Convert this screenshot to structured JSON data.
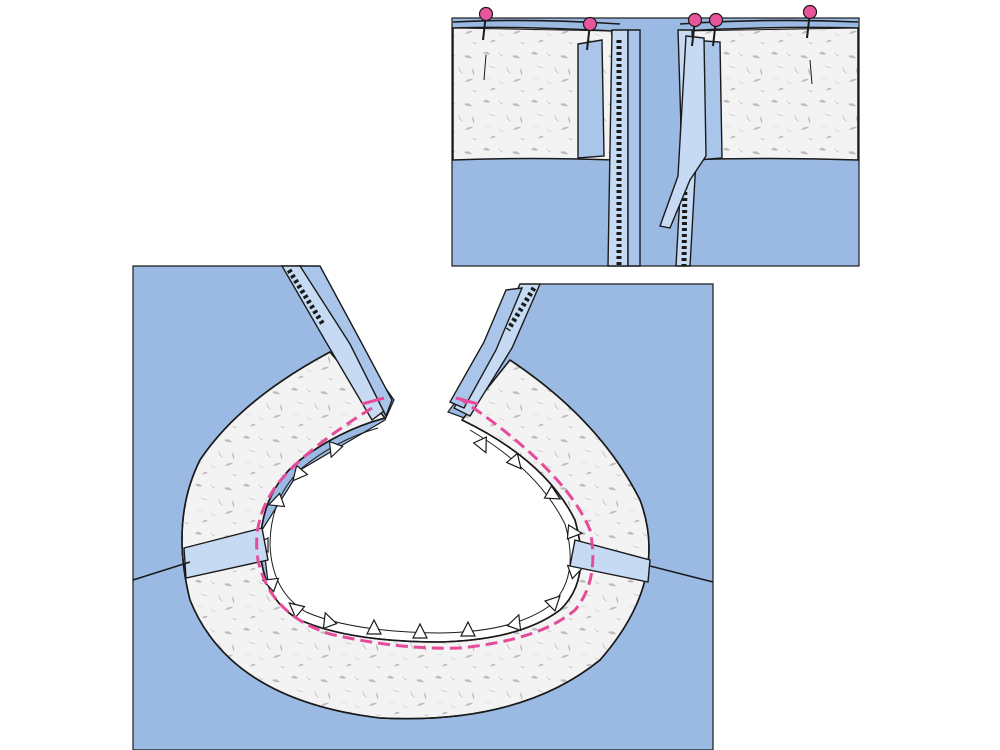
{
  "diagram": {
    "kind": "sewing-illustration",
    "panels": [
      {
        "name": "zipper-facing-detail",
        "pin_count": 5
      },
      {
        "name": "neckline-facing-stitched"
      }
    ],
    "colors": {
      "fabric_blue": "#9bbae3",
      "facing_blue_light": "#c6dbf3",
      "facing_blue_mid": "#a9c6ea",
      "interfacing_base": "#f3f3f3",
      "interfacing_speckle": "#bdbdbd",
      "pin_head": "#e8559a",
      "stitch_pink": "#e64b9a",
      "outline": "#1a1a1a",
      "zipper_teeth": "#ffffff"
    }
  }
}
